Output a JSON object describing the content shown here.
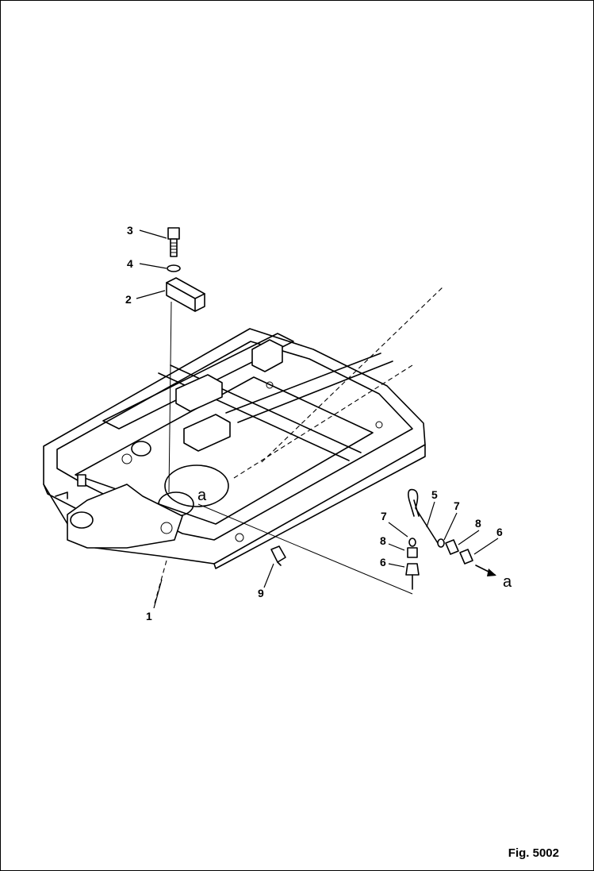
{
  "figure": {
    "caption": "Fig. 5002"
  },
  "callouts": {
    "c1": "1",
    "c2": "2",
    "c3": "3",
    "c4": "4",
    "c5": "5",
    "c6a": "6",
    "c6b": "6",
    "c7a": "7",
    "c7b": "7",
    "c8a": "8",
    "c8b": "8",
    "c9": "9"
  },
  "connection_marks": {
    "a_frame": "a",
    "a_outlet": "a"
  }
}
